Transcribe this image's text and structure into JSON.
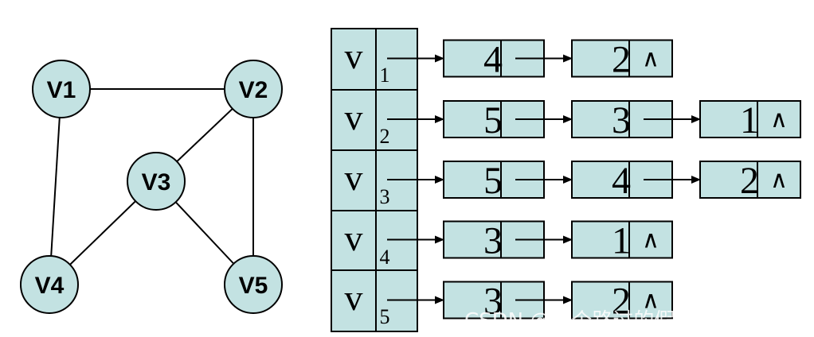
{
  "colors": {
    "fill": "#c3e2e2",
    "stroke": "#000000",
    "background": "#ffffff"
  },
  "graph": {
    "vertices": [
      {
        "id": "V1",
        "label": "V1"
      },
      {
        "id": "V2",
        "label": "V2"
      },
      {
        "id": "V3",
        "label": "V3"
      },
      {
        "id": "V4",
        "label": "V4"
      },
      {
        "id": "V5",
        "label": "V5"
      }
    ],
    "edges": [
      [
        "V1",
        "V2"
      ],
      [
        "V1",
        "V4"
      ],
      [
        "V2",
        "V3"
      ],
      [
        "V2",
        "V5"
      ],
      [
        "V3",
        "V4"
      ],
      [
        "V3",
        "V5"
      ]
    ]
  },
  "adjacency": {
    "rows": [
      {
        "vertex": "v",
        "sub": "1",
        "neighbors": [
          "4",
          "2"
        ]
      },
      {
        "vertex": "v",
        "sub": "2",
        "neighbors": [
          "5",
          "3",
          "1"
        ]
      },
      {
        "vertex": "v",
        "sub": "3",
        "neighbors": [
          "5",
          "4",
          "2"
        ]
      },
      {
        "vertex": "v",
        "sub": "4",
        "neighbors": [
          "3",
          "1"
        ]
      },
      {
        "vertex": "v",
        "sub": "5",
        "neighbors": [
          "3",
          "2"
        ]
      }
    ],
    "null_symbol": "∧"
  },
  "watermark": {
    "text": "CSDN @一个路过的假面骑士cdz"
  }
}
